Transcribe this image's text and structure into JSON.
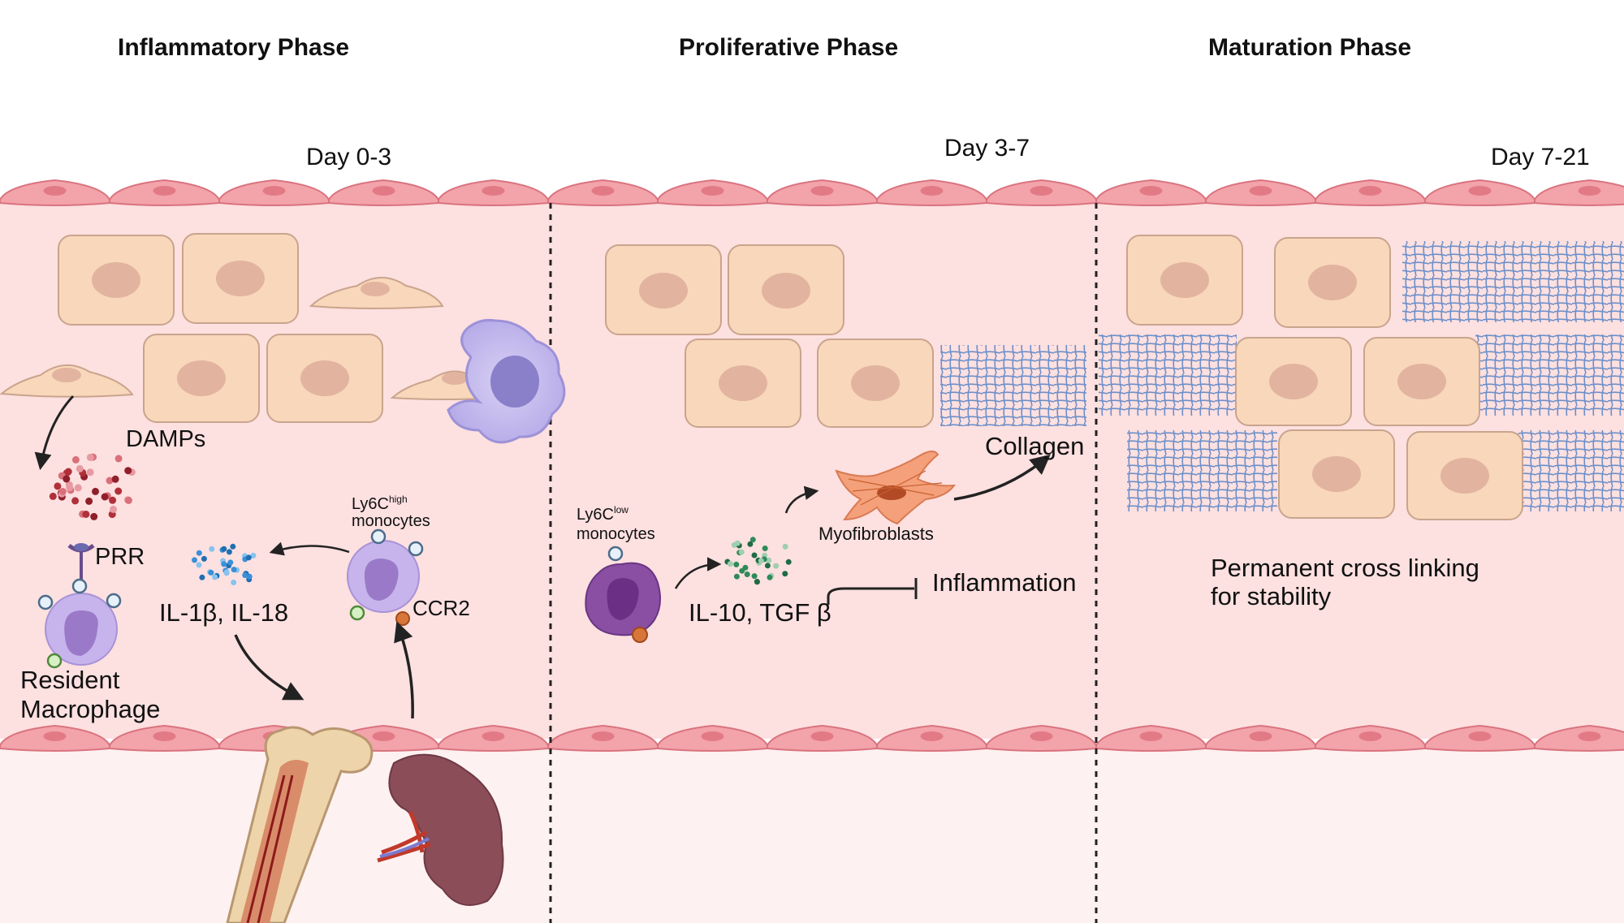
{
  "phases": [
    {
      "title": "Inflammatory Phase",
      "day": "Day 0-3"
    },
    {
      "title": "Proliferative Phase",
      "day": "Day 3-7"
    },
    {
      "title": "Maturation Phase",
      "day": "Day 7-21"
    }
  ],
  "inflammatory": {
    "damps": "DAMPs",
    "prr": "PRR",
    "cytokines": "IL-1β, IL-18",
    "resident_line1": "Resident",
    "resident_line2": "Macrophage",
    "mono_prefix": "Ly6C",
    "mono_sup": "high",
    "mono_line2": "monocytes",
    "ccr2": "CCR2"
  },
  "proliferative": {
    "mono_prefix": "Ly6C",
    "mono_sup": "low",
    "mono_line2": "monocytes",
    "cytokines": "IL-10, TGF β",
    "myofibroblasts": "Myofibroblasts",
    "collagen": "Collagen",
    "inflammation": "Inflammation"
  },
  "maturation": {
    "line1": "Permanent cross linking",
    "line2": "for stability"
  },
  "colors": {
    "tissue": "#fde0e0",
    "endothelium": "#f3a3aa",
    "cell_fill": "#f8d7bb",
    "cell_nucleus": "#e2b49f",
    "collagen_mesh": "#6b8fc9",
    "macrophage": "#c8c0ee",
    "ly6c_low": "#8a4ea3",
    "ccr2_green": "#2e6e1f",
    "monocyte_label_high": "#2f3a77",
    "monocyte_label_low": "#6a3b85"
  }
}
